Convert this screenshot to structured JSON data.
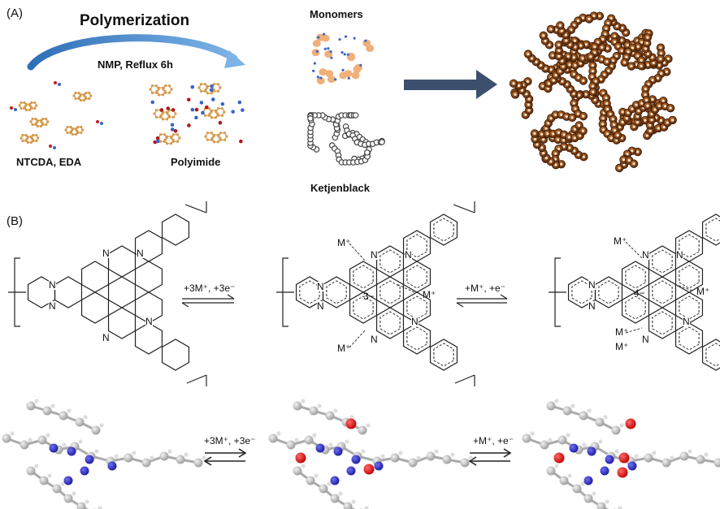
{
  "panel_a": {
    "label": "(A)",
    "title": "Polymerization",
    "condition": "NMP, Reflux 6h",
    "reactants": "NTCDA, EDA",
    "product": "Polyimide",
    "monomers": "Monomers",
    "carbon": "Ketjenblack"
  },
  "panel_b": {
    "label": "(B)",
    "step1": "+3M⁺, +3e⁻",
    "step2": "+M⁺, +e⁻",
    "charge1": "3−",
    "charge2": "4−",
    "cation": "M⁺",
    "nitrogen": "N"
  },
  "colors": {
    "arrow_blue": "#3f78b8",
    "arrow_navy": "#3c506d",
    "composite_brown": "#6b3410",
    "monomer_orange": "#f0b07a",
    "monomer_blue": "#3a66c7",
    "nitrogen_blue": "#2b2bc8",
    "cation_red": "#e01010",
    "carbon_gray": "#bdbdbd"
  }
}
